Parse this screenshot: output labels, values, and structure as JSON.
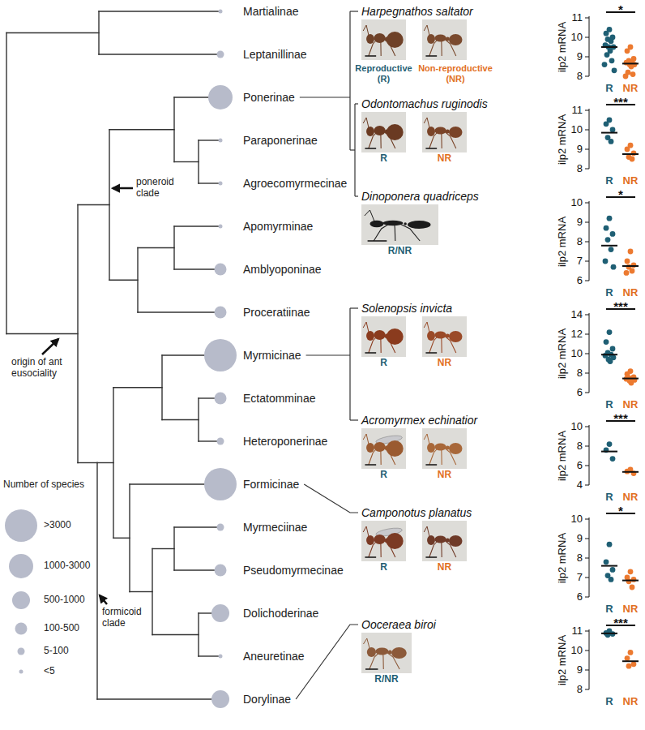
{
  "diagram": {
    "labels": [
      "Martialinae",
      "Leptanillinae",
      "Ponerinae",
      "Paraponerinae",
      "Agroecomyrmecinae",
      "Apomyrminae",
      "Amblyoponinae",
      "Proceratiinae",
      "Myrmicinae",
      "Ectatomminae",
      "Heteroponerinae",
      "Formicinae",
      "Myrmeciinae",
      "Pseudomyrmecinae",
      "Dolichoderinae",
      "Aneuretinae",
      "Dorylinae",
      "poneroid clade",
      "origin of ant eusociality",
      "formicoid clade",
      "Number of species",
      "Harpegnathos saltator",
      "Reproductive (R)",
      "Non-reproductive (NR)",
      "ilp2 mRNA",
      "11",
      "10",
      "9",
      "8",
      "R",
      "NR",
      "*",
      "Odontomachus ruginodis",
      "R",
      "NR",
      "ilp2 mRNA",
      "11",
      "10",
      "9",
      "8",
      "R",
      "NR",
      "***",
      "Dinoponera quadriceps",
      "R/NR",
      "ilp2 mRNA",
      "10",
      "9",
      "8",
      "7",
      "6",
      "R",
      "NR",
      "*",
      "Solenopsis invicta",
      "R",
      "NR",
      "ilp2 mRNA",
      "14",
      "12",
      "10",
      "8",
      "6",
      "R",
      "NR",
      "***",
      "Acromyrmex echinatior",
      "R",
      "NR",
      "ilp2 mRNA",
      "10",
      "8",
      "6",
      "4",
      "R",
      "NR",
      "***",
      "Camponotus planatus",
      "R",
      "NR",
      "ilp2 mRNA",
      "10",
      "9",
      "8",
      "7",
      "6",
      "R",
      "NR",
      "*",
      "Ooceraea biroi",
      "R/NR",
      "ilp2 mRNA",
      "11",
      "10",
      "9",
      "8",
      "R",
      "NR",
      "***"
    ],
    "legend": [
      {
        "text": ">3000"
      },
      {
        "text": "1000-3000"
      },
      {
        "text": "500-1000"
      },
      {
        "text": "100-500"
      },
      {
        "text": "5-100"
      },
      {
        "text": "<5"
      }
    ]
  }
}
